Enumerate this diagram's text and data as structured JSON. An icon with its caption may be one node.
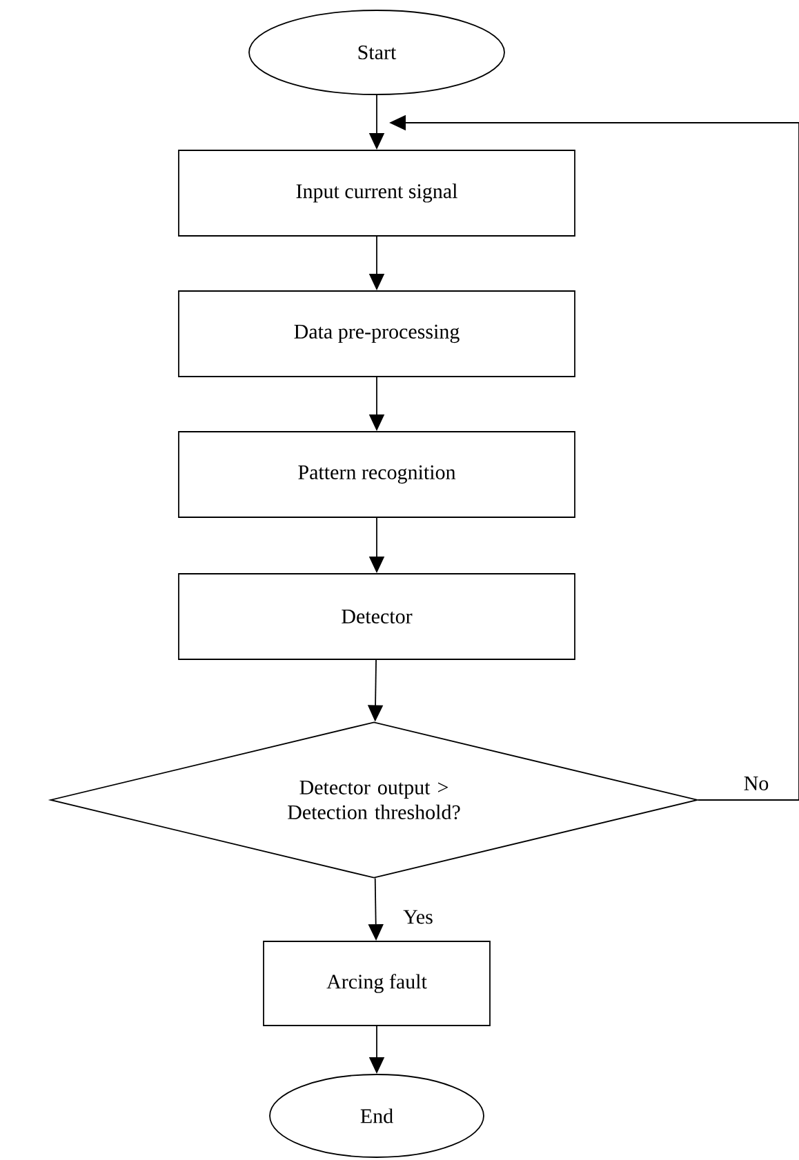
{
  "diagram": {
    "nodes": [
      {
        "text": [
          "Start"
        ]
      },
      {
        "text": [
          "Input current signal"
        ]
      },
      {
        "text": [
          "Data pre-processing"
        ]
      },
      {
        "text": [
          "Pattern recognition"
        ]
      },
      {
        "text": [
          "Detector"
        ]
      },
      {
        "text": [
          "Detector output > Detection threshold?"
        ]
      },
      {
        "text": [
          "Arcing fault"
        ]
      },
      {
        "text": [
          "End"
        ]
      }
    ],
    "edges": [
      {
        "from": 0,
        "to": 1,
        "arrow": "to"
      },
      {
        "from": 1,
        "to": 2,
        "arrow": "to"
      },
      {
        "from": 2,
        "to": 3,
        "arrow": "to"
      },
      {
        "from": 3,
        "to": 4,
        "arrow": "to"
      },
      {
        "from": 4,
        "to": 5,
        "arrow": "to"
      },
      {
        "from": 5,
        "to": 6,
        "arrow": "to",
        "label": "Yes"
      },
      {
        "from": 6,
        "to": 7,
        "arrow": "to"
      },
      {
        "from": 5,
        "to": 1,
        "arrow": "to",
        "label": "No"
      }
    ]
  }
}
